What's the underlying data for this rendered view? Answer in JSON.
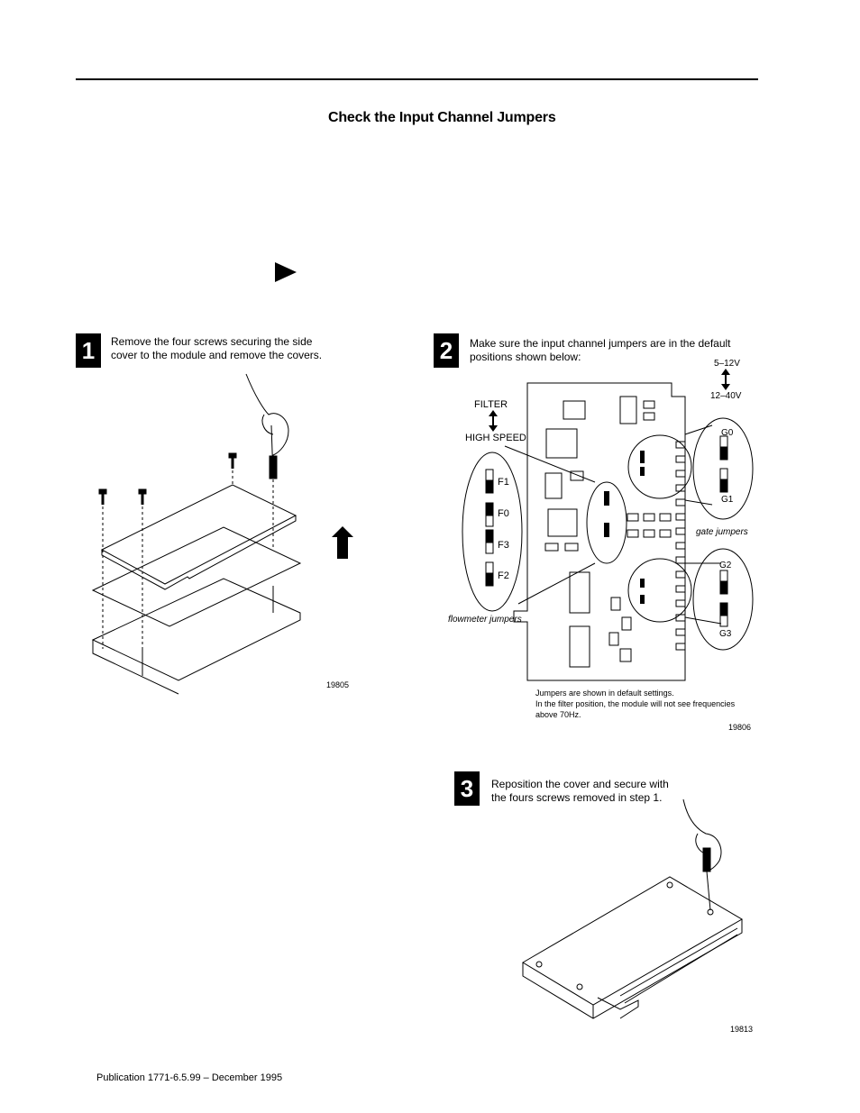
{
  "page": {
    "section_title": "Check the Input Channel Jumpers",
    "footer": "Publication 1771-6.5.99 – December 1995"
  },
  "steps": [
    {
      "number": "1",
      "text": "Remove the four screws securing the side cover to the module and remove the covers.",
      "figure_id": "19805"
    },
    {
      "number": "2",
      "text": "Make sure the input channel jumpers    are in the default positions shown below:",
      "figure_id": "19806"
    },
    {
      "number": "3",
      "text": "Reposition the cover and secure with the fours screws removed in step 1.",
      "figure_id": "19813"
    }
  ],
  "jumper_figure": {
    "filter_label": "FILTER",
    "high_speed_label": "HIGH SPEED",
    "v_low_label": "5–12V",
    "v_high_label": "12–40V",
    "flowmeter_jumpers": [
      "F1",
      "F0",
      "F3",
      "F2"
    ],
    "flowmeter_caption": "flowmeter jumpers",
    "gate_jumpers_top": [
      "G0",
      "G1"
    ],
    "gate_jumpers_bottom": [
      "G2",
      "G3"
    ],
    "gate_caption": "gate jumpers",
    "notes": [
      "Jumpers are shown in default settings.",
      "In the filter position, the module will not see frequencies",
      "above 70Hz."
    ]
  }
}
